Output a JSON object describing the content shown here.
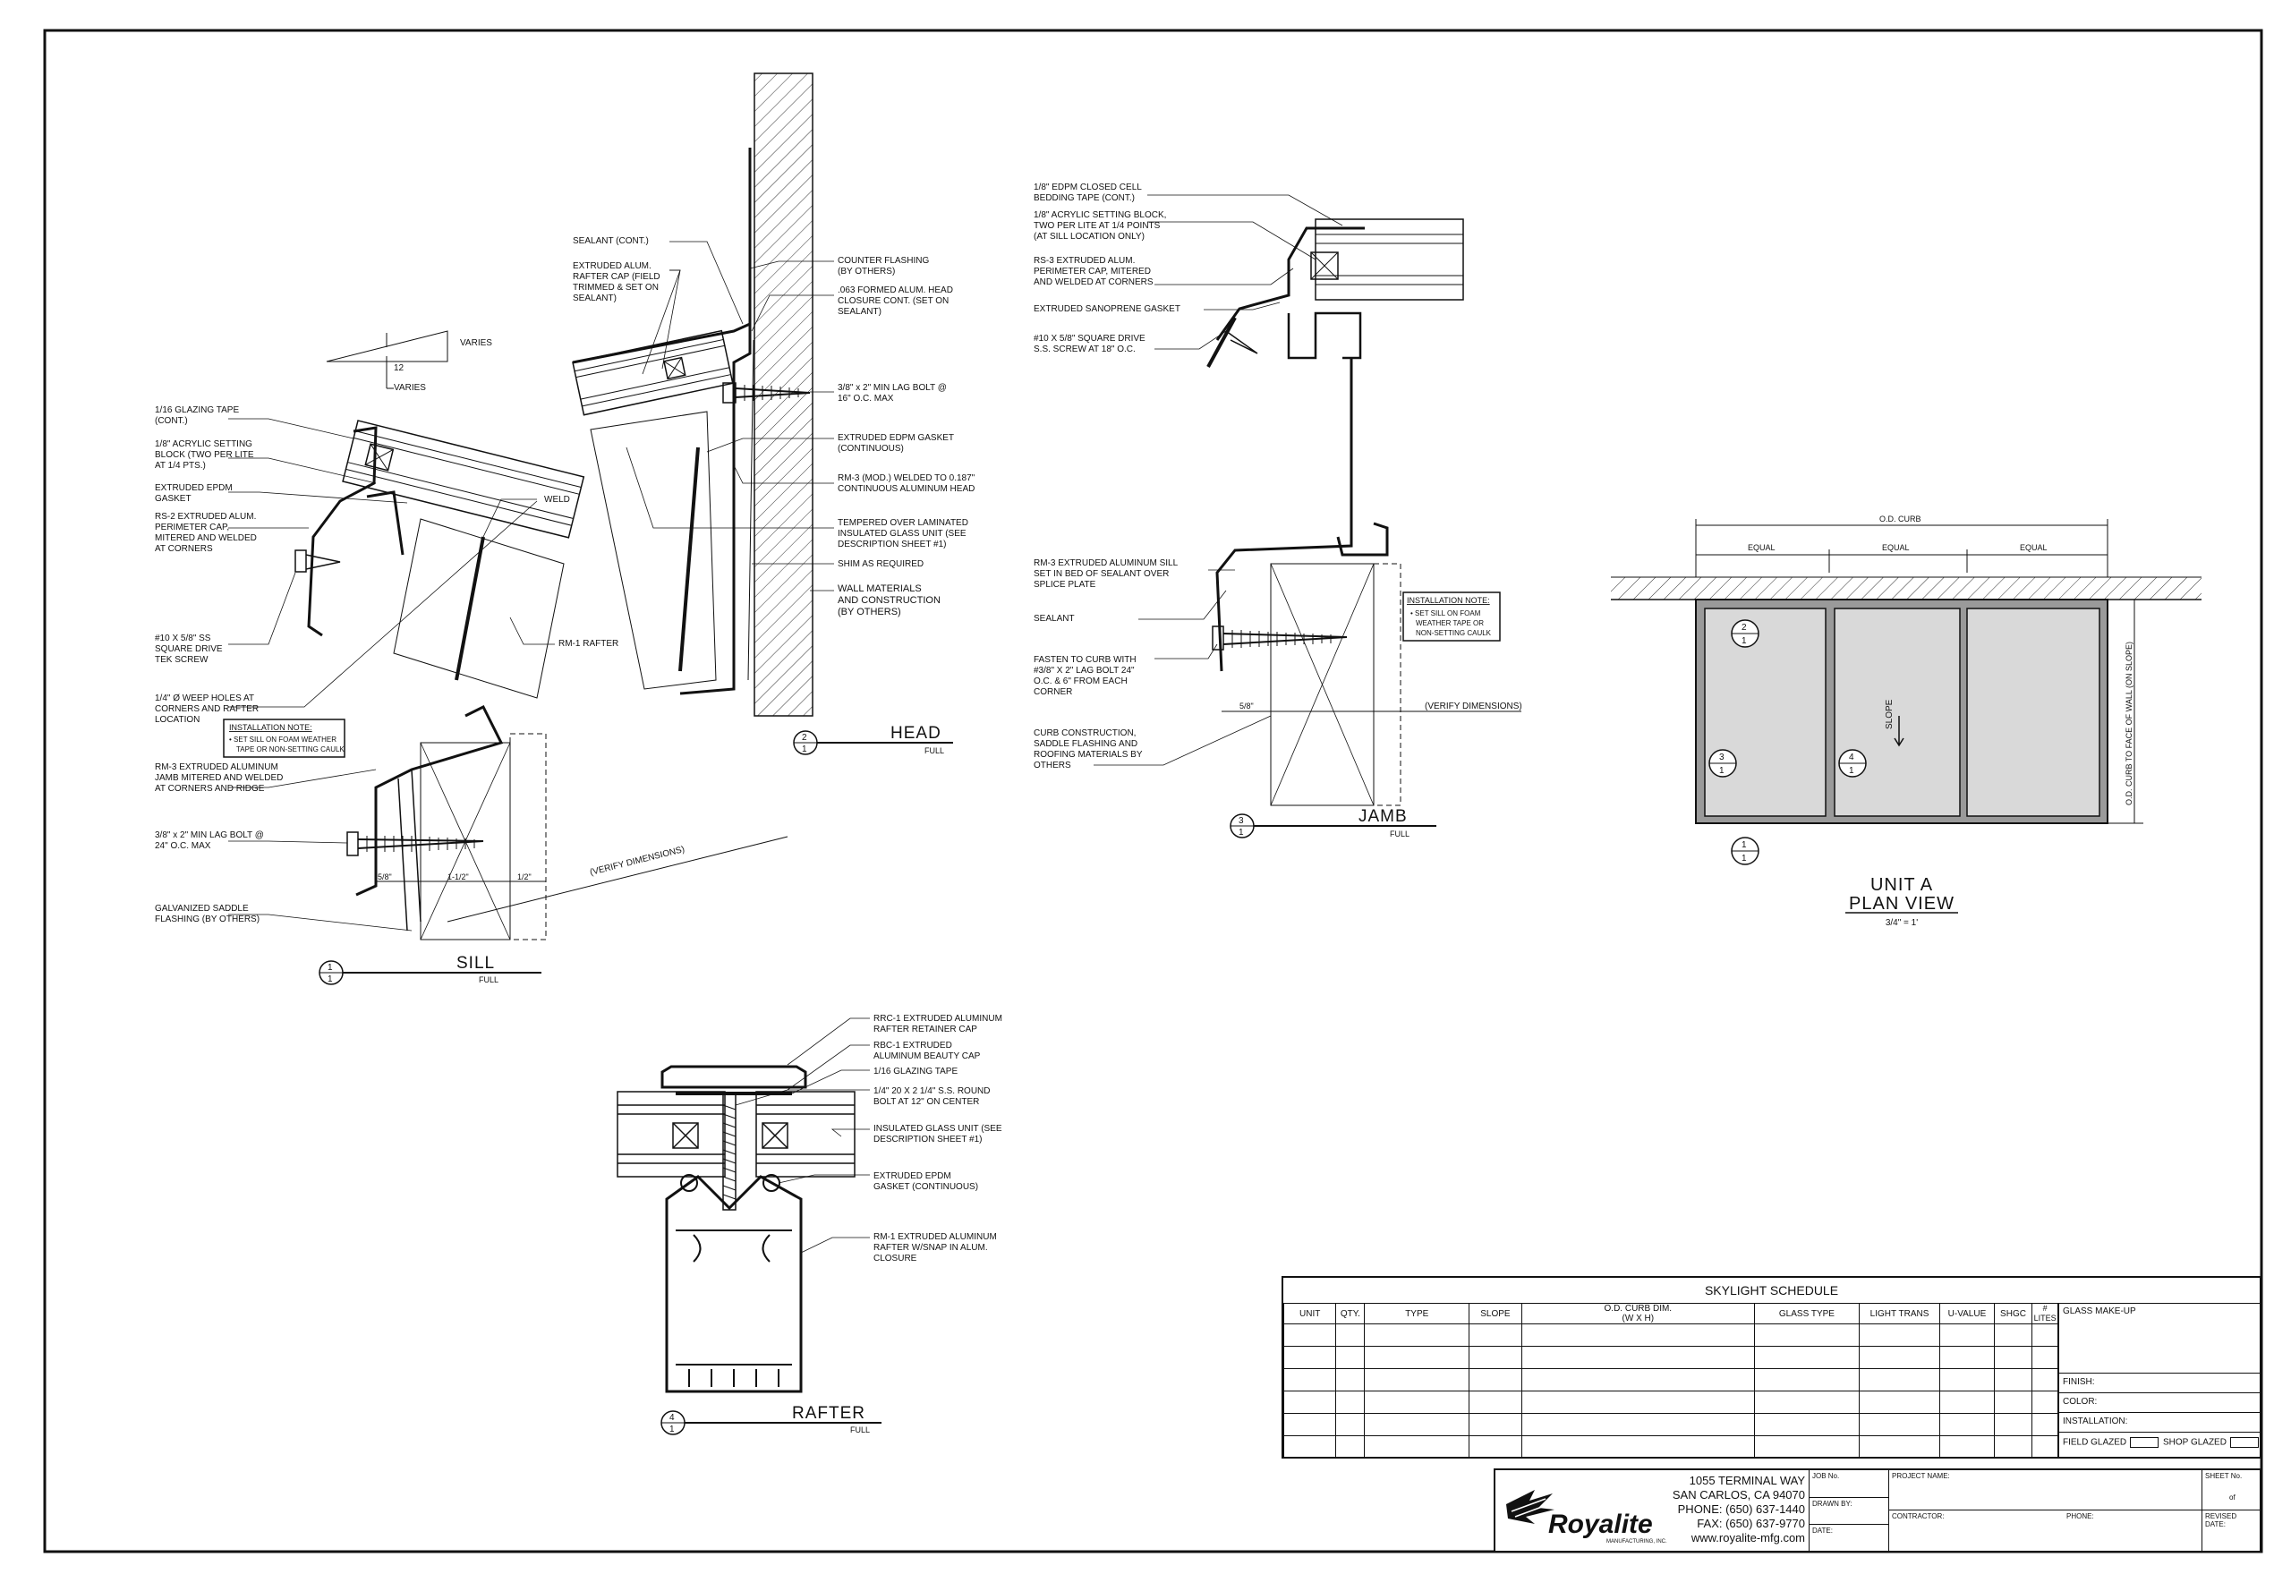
{
  "sill": {
    "title": "SILL",
    "scale": "FULL",
    "callout": {
      "num": "1",
      "sheet": "1"
    },
    "slope": {
      "rise_label": "12",
      "varies_top": "VARIES",
      "varies_bottom": "VARIES"
    },
    "labels": [
      "1/16 GLAZING TAPE",
      "(CONT.)",
      "1/8\" ACRYLIC SETTING",
      "BLOCK (TWO PER LITE",
      "AT 1/4 PTS.)",
      "EXTRUDED EPDM",
      "GASKET",
      "RS-2 EXTRUDED ALUM.",
      "PERIMETER CAP,",
      "MITERED AND WELDED",
      "AT CORNERS",
      "#10 X 5/8\" SS",
      "SQUARE DRIVE",
      "TEK SCREW",
      "1/4\" Ø WEEP HOLES AT",
      "CORNERS AND RAFTER",
      "LOCATION",
      "RM-3 EXTRUDED ALUMINUM",
      "JAMB MITERED AND WELDED",
      "AT CORNERS AND RIDGE",
      "3/8\" x 2\" MIN LAG BOLT @",
      "24\" O.C. MAX",
      "GALVANIZED SADDLE",
      "FLASHING (BY OTHERS)",
      "WELD",
      "RM-1 RAFTER"
    ],
    "note": {
      "title": "INSTALLATION NOTE:",
      "lines": [
        "• SET SILL ON FOAM WEATHER",
        "TAPE OR NON-SETTING CAULK"
      ]
    },
    "dims": [
      "5/8\"",
      "1-1/2\"",
      "1/2\"",
      "(VERIFY DIMENSIONS)"
    ]
  },
  "head": {
    "title": "HEAD",
    "scale": "FULL",
    "callout": {
      "num": "2",
      "sheet": "1"
    },
    "labels_left": [
      "SEALANT (CONT.)",
      "EXTRUDED ALUM.",
      "RAFTER CAP  (FIELD",
      "TRIMMED & SET ON",
      "SEALANT)"
    ],
    "labels_right": [
      "COUNTER FLASHING",
      "(BY OTHERS)",
      ".063 FORMED ALUM. HEAD",
      "CLOSURE CONT. (SET ON",
      "SEALANT)",
      "3/8\" x 2\" MIN LAG BOLT @",
      "16\" O.C. MAX",
      "EXTRUDED EDPM GASKET",
      "(CONTINUOUS)",
      "RM-3 (MOD.) WELDED TO 0.187\"",
      "CONTINUOUS ALUMINUM HEAD",
      "TEMPERED OVER LAMINATED",
      "INSULATED GLASS UNIT (SEE",
      "DESCRIPTION SHEET #1)",
      "SHIM AS REQUIRED",
      "WALL MATERIALS",
      "AND CONSTRUCTION",
      "(BY OTHERS)"
    ]
  },
  "jamb": {
    "title": "JAMB",
    "scale": "FULL",
    "callout": {
      "num": "3",
      "sheet": "1"
    },
    "labels": [
      "1/8\" EDPM CLOSED CELL",
      "BEDDING TAPE (CONT.)",
      "1/8\" ACRYLIC SETTING BLOCK,",
      "TWO PER LITE AT 1/4 POINTS",
      "(AT SILL LOCATION ONLY)",
      "RS-3 EXTRUDED ALUM.",
      "PERIMETER CAP, MITERED",
      "AND WELDED  AT CORNERS",
      "EXTRUDED SANOPRENE GASKET",
      "#10 X 5/8\" SQUARE DRIVE",
      "S.S. SCREW AT 18\" O.C.",
      "RM-3 EXTRUDED ALUMINUM SILL",
      "SET IN BED OF SEALANT OVER",
      "SPLICE PLATE",
      "SEALANT",
      "FASTEN TO CURB WITH",
      "#3/8\" X 2\" LAG BOLT 24\"",
      "O.C. & 6\" FROM EACH",
      "CORNER",
      "CURB CONSTRUCTION,",
      "SADDLE FLASHING AND",
      "ROOFING MATERIALS BY",
      "OTHERS"
    ],
    "note": {
      "title": "INSTALLATION NOTE:",
      "lines": [
        "• SET SILL ON FOAM",
        "WEATHER TAPE OR",
        "NON-SETTING CAULK"
      ]
    },
    "dims": [
      "5/8\"",
      "(VERIFY DIMENSIONS)"
    ]
  },
  "rafter": {
    "title": "RAFTER",
    "scale": "FULL",
    "callout": {
      "num": "4",
      "sheet": "1"
    },
    "labels": [
      "RRC-1 EXTRUDED ALUMINUM",
      "RAFTER RETAINER CAP",
      "RBC-1 EXTRUDED",
      "ALUMINUM  BEAUTY CAP",
      "1/16 GLAZING TAPE",
      "1/4\" 20 X 2 1/4\" S.S. ROUND",
      "BOLT AT 12\" ON CENTER",
      "INSULATED GLASS UNIT (SEE",
      "DESCRIPTION SHEET #1)",
      "EXTRUDED EPDM",
      "GASKET (CONTINUOUS)",
      "RM-1 EXTRUDED ALUMINUM",
      "RAFTER W/SNAP IN ALUM.",
      "CLOSURE"
    ]
  },
  "plan": {
    "title": "UNIT A",
    "subtitle": "PLAN VIEW",
    "scale": "3/4\" = 1'",
    "od_curb": "O.D. CURB",
    "equal": [
      "EQUAL",
      "EQUAL",
      "EQUAL"
    ],
    "side_dim": "O.D. CURB TO FACE OF WALL (ON SLOPE)",
    "slope": "SLOPE",
    "callouts": [
      {
        "num": "2",
        "sheet": "1"
      },
      {
        "num": "3",
        "sheet": "1"
      },
      {
        "num": "4",
        "sheet": "1"
      },
      {
        "num": "1",
        "sheet": "1"
      }
    ]
  },
  "schedule": {
    "title": "SKYLIGHT SCHEDULE",
    "columns": [
      "UNIT",
      "QTY.",
      "TYPE",
      "SLOPE",
      "O.D. CURB DIM.",
      "GLASS TYPE",
      "LIGHT TRANS",
      "U-VALUE",
      "SHGC",
      "#"
    ],
    "curb_sub": "(W X H)",
    "lites_sub": "LITES",
    "glass_makeup": "GLASS MAKE-UP",
    "finish": "FINISH:",
    "color": "COLOR:",
    "installation": "INSTALLATION:",
    "field_glazed": "FIELD GLAZED",
    "shop_glazed": "SHOP GLAZED"
  },
  "titleblock": {
    "company": "Royalite",
    "company_sub": "MANUFACTURING, INC.",
    "address": [
      "1055 TERMINAL WAY",
      "SAN CARLOS, CA 94070",
      "PHONE: (650) 637-1440",
      "FAX: (650) 637-9770",
      "www.royalite-mfg.com"
    ],
    "job_no": "JOB No.",
    "drawn_by": "DRAWN BY:",
    "date": "DATE:",
    "project_name": "PROJECT NAME:",
    "contractor": "CONTRACTOR:",
    "phone": "PHONE:",
    "sheet_no": "SHEET No.",
    "of": "of",
    "revised_date": "REVISED DATE:"
  }
}
